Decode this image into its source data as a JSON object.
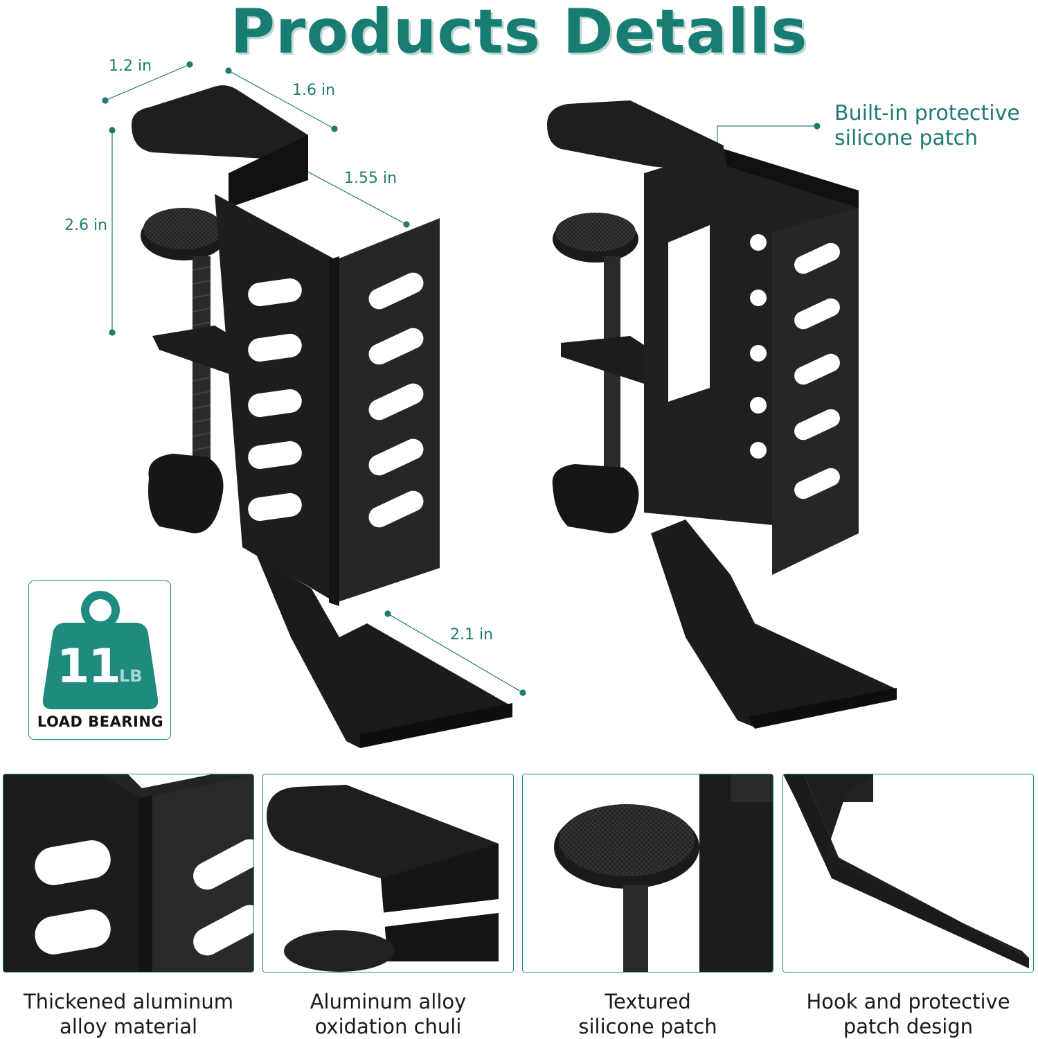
{
  "title": "Products Detalls",
  "dimensions": {
    "width_top": "1.2 in",
    "depth_top": "1.6 in",
    "height": "2.6 in",
    "width_side": "1.55 in",
    "hook_length": "2.1 in"
  },
  "callout": {
    "line1": "Built-in protective",
    "line2": "silicone patch"
  },
  "badge": {
    "number": "11",
    "unit": "LB",
    "label": "LOAD BEARING"
  },
  "captions": [
    {
      "line1": "Thickened aluminum",
      "line2": "alloy material"
    },
    {
      "line1": "Aluminum alloy",
      "line2": "oxidation chuli"
    },
    {
      "line1": "Textured",
      "line2": "silicone patch"
    },
    {
      "line1": "Hook and protective",
      "line2": "patch design"
    }
  ],
  "colors": {
    "accent": "#1f7a72",
    "product": "#1c1c1c"
  }
}
